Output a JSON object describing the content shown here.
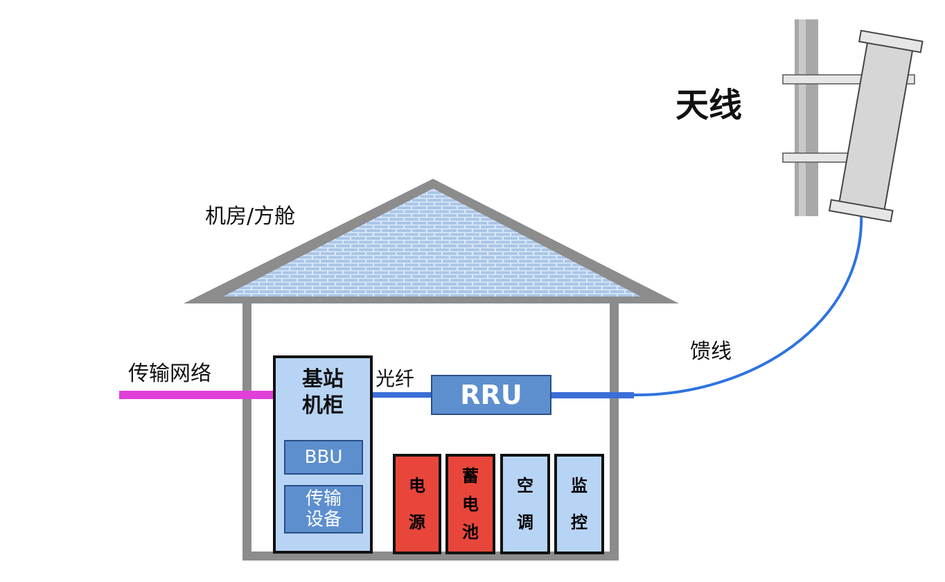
{
  "labels": {
    "antenna": "天线",
    "room": "机房/方舱",
    "transport_network": "传输网络",
    "fiber": "光纤",
    "feeder": "馈线"
  },
  "cabinet": {
    "title_line1": "基站",
    "title_line2": "机柜",
    "bbu": "BBU",
    "transport_line1": "传输",
    "transport_line2": "设备"
  },
  "rru": "RRU",
  "equipment": [
    {
      "chars": [
        "电",
        "源"
      ],
      "color": "#e8463b"
    },
    {
      "chars": [
        "蓄",
        "电",
        "池"
      ],
      "color": "#e8463b"
    },
    {
      "chars": [
        "空",
        "调"
      ],
      "color": "#b8d4f5"
    },
    {
      "chars": [
        "监",
        "控"
      ],
      "color": "#b8d4f5"
    }
  ],
  "colors": {
    "house_wall": "#8c8c8c",
    "roof_brick": "#b7d2ee",
    "cabinet_fill": "#b8d4f5",
    "module_fill": "#5d8fcf",
    "transport_line": "#e040d8",
    "fiber_line": "#3a6fd8",
    "feeder_line": "#2f73e0",
    "antenna_body": "#d6d6d6",
    "pole": "#a8a8a8"
  }
}
